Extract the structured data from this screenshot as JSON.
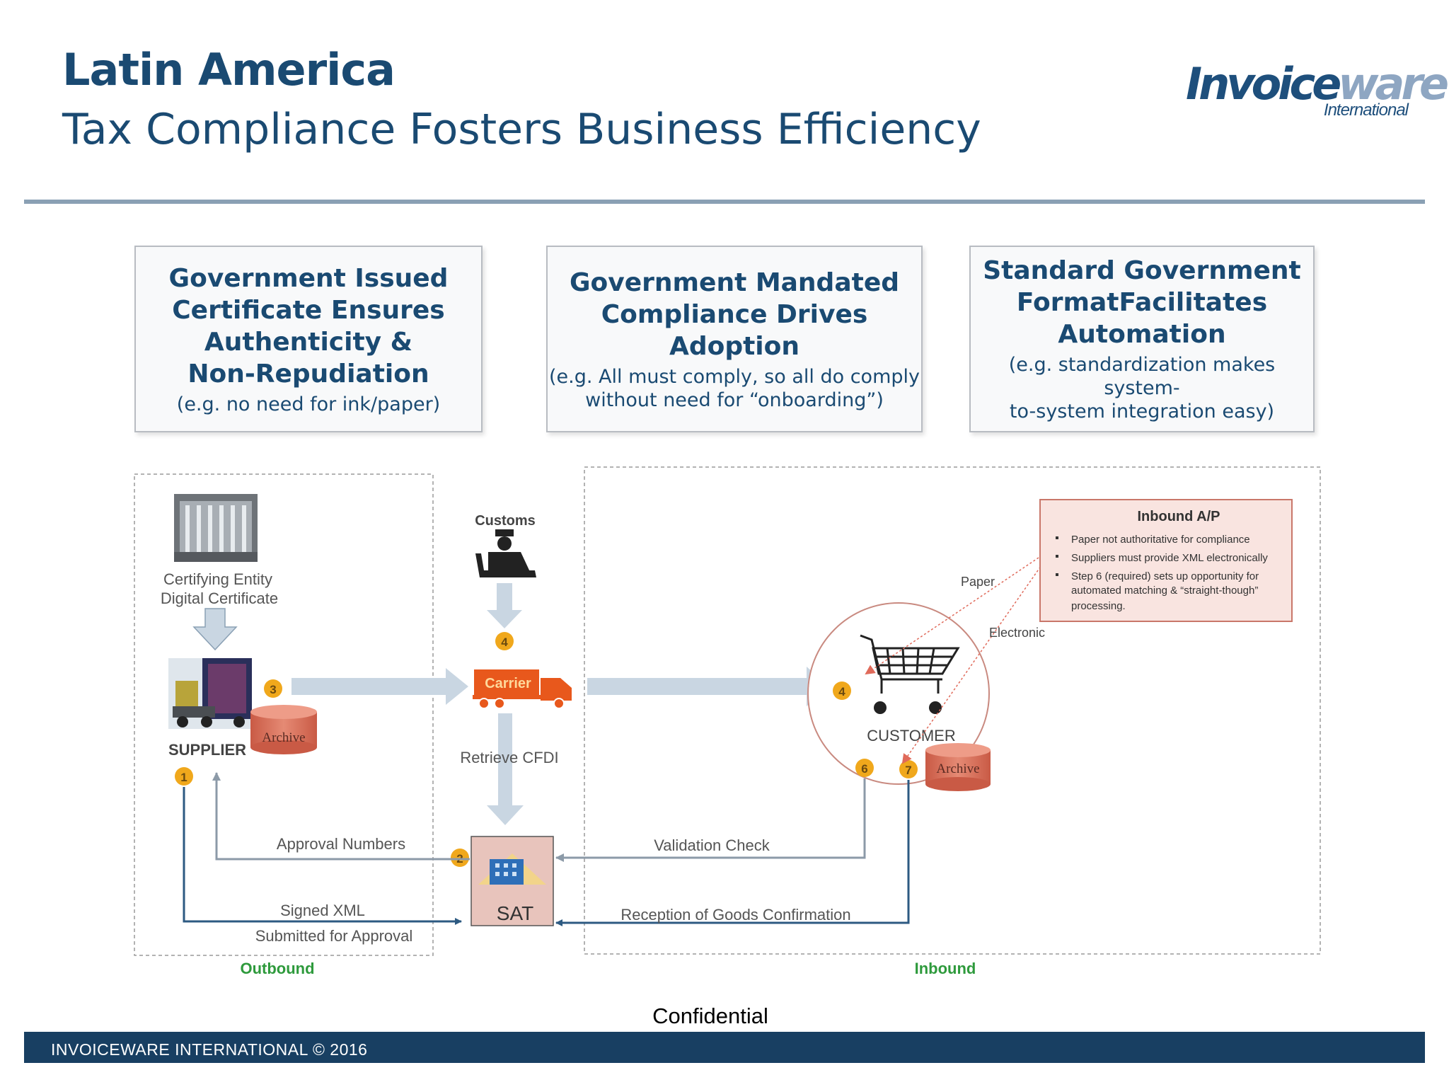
{
  "header": {
    "title": "Latin America",
    "subtitle": "Tax Compliance Fosters Business Efficiency"
  },
  "logo": {
    "main_a": "Invoice",
    "main_b": "ware",
    "sub": "International"
  },
  "cards": [
    {
      "heading_lines": [
        "Government Issued",
        "Certificate Ensures",
        "Authenticity &",
        "Non-Repudiation"
      ],
      "note_lines": [
        "(e.g. no need for ink/paper)"
      ]
    },
    {
      "heading_lines": [
        "Government Mandated",
        "Compliance Drives Adoption"
      ],
      "note_lines": [
        "(e.g. All must comply, so all do comply",
        "without need for “onboarding”)"
      ]
    },
    {
      "heading_lines": [
        "Standard Government",
        "FormatFacilitates",
        "Automation"
      ],
      "note_lines": [
        "(e.g. standardization makes system-",
        "to-system integration easy)"
      ]
    }
  ],
  "diagram": {
    "certifying_entity": [
      "Certifying Entity",
      "Digital Certificate"
    ],
    "customs": "Customs",
    "carrier": "Carrier",
    "supplier": "SUPPLIER",
    "archive": "Archive",
    "retrieve": "Retrieve CFDI",
    "approval_numbers": "Approval Numbers",
    "signed_xml": "Signed XML",
    "submitted": "Submitted for Approval",
    "sat": "SAT",
    "validation": "Validation Check",
    "reception": "Reception of Goods Confirmation",
    "customer": "CUSTOMER",
    "paper": "Paper",
    "electronic": "Electronic",
    "outbound": "Outbound",
    "inbound": "Inbound",
    "steps": {
      "s1": "1",
      "s2": "2",
      "s3": "3",
      "s4a": "4",
      "s4b": "4",
      "s6": "6",
      "s7": "7"
    },
    "inbound_ap": {
      "title": "Inbound A/P",
      "bullets": [
        [
          "Paper not authoritative for compliance"
        ],
        [
          "Suppliers must provide XML electronically"
        ],
        [
          "Step 6 (required) sets up opportunity for",
          "automated matching  & “straight-though”",
          "processing."
        ]
      ]
    }
  },
  "colors": {
    "navy": "#1a4a72",
    "outbound_green": "#2e9a3c",
    "step_orange": "#f0a81c",
    "carrier_orange": "#e8581c",
    "archive_red": "#d96a55"
  },
  "footer": {
    "confidential": "Confidential",
    "copyright": "INVOICEWARE INTERNATIONAL © 2016"
  }
}
